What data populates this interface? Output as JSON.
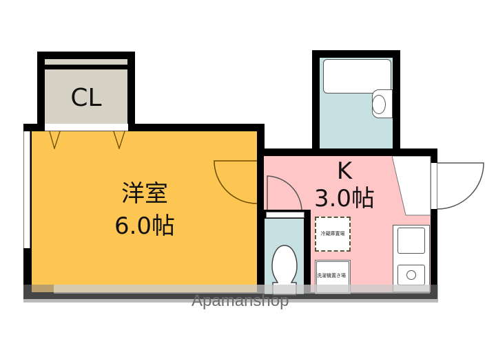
{
  "floorplan": {
    "rooms": [
      {
        "id": "closet",
        "label": "CL",
        "color": "#d6d3c6"
      },
      {
        "id": "western-room",
        "label_line1": "洋室",
        "label_line2": "6.0帖",
        "color": "#fdc652"
      },
      {
        "id": "kitchen",
        "label_line1": "K",
        "label_line2": "3.0帖",
        "color": "#ffc6c8"
      },
      {
        "id": "bathroom",
        "label": "",
        "color": "#c7e0e2"
      },
      {
        "id": "toilet",
        "label": "",
        "color": "#c7e0e2"
      }
    ],
    "annotations": {
      "fridge_space": "冷蔵庫置場",
      "washer_space": "洗濯機置き場"
    },
    "watermark": "Apamanshop",
    "colors": {
      "wall": "#000000",
      "overlay": "#808080"
    }
  }
}
